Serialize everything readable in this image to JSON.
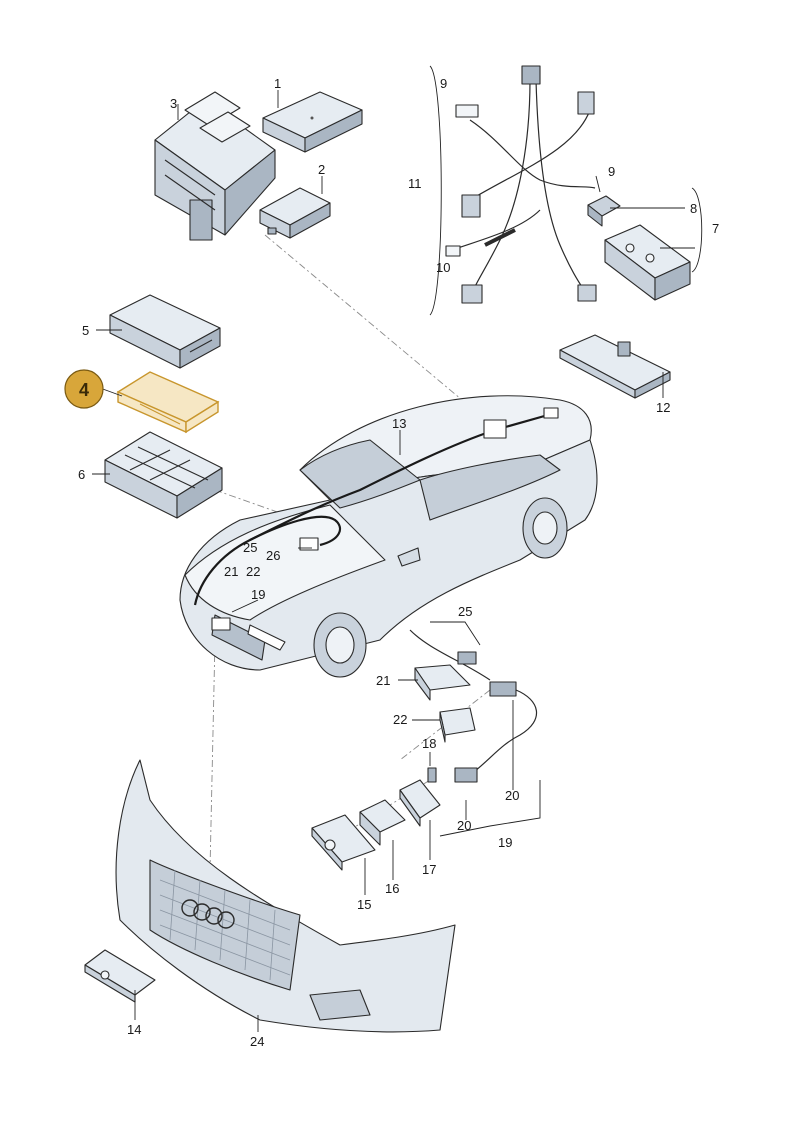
{
  "highlight": {
    "label": "4",
    "color": "#d8a63a"
  },
  "callouts": {
    "c1": "1",
    "c2": "2",
    "c3": "3",
    "c5": "5",
    "c6": "6",
    "c7": "7",
    "c8": "8",
    "c9a": "9",
    "c9b": "9",
    "c10": "10",
    "c11": "11",
    "c12": "12",
    "c13": "13",
    "c14": "14",
    "c15": "15",
    "c16": "16",
    "c17": "17",
    "c18": "18",
    "c19a": "19",
    "c19b": "19",
    "c20a": "20",
    "c20b": "20",
    "c21a": "21",
    "c21b": "21",
    "c22a": "22",
    "c22b": "22",
    "c24": "24",
    "c25a": "25",
    "c25b": "25",
    "c26": "26"
  },
  "colors": {
    "line": "#2b2b2b",
    "part_fill": "#e6ecf2",
    "part_shade": "#c9d2dc",
    "highlight_fill": "#f6e7c4"
  }
}
